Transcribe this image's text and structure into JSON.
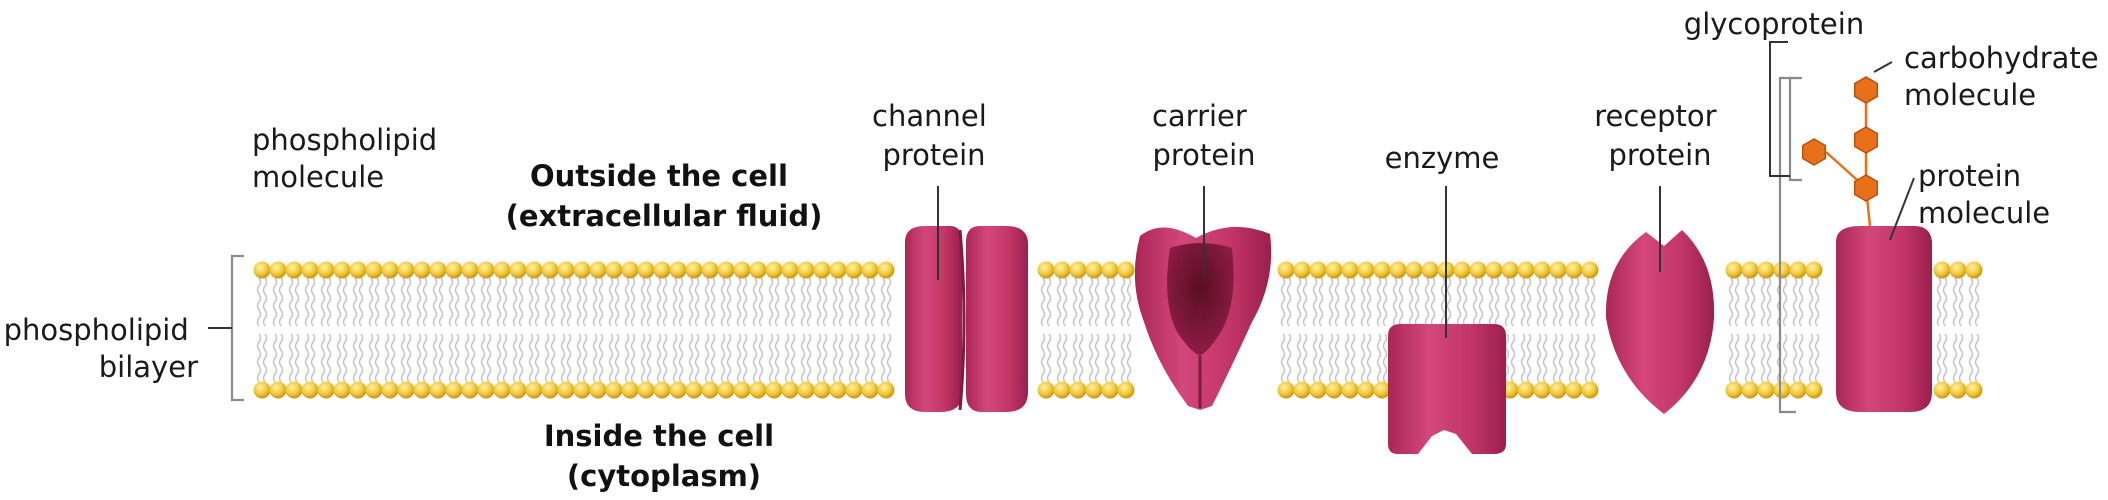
{
  "labels": {
    "phospholipid_molecule": [
      "phospholipid",
      "molecule"
    ],
    "phospholipid_bilayer": [
      "phospholipid",
      "bilayer"
    ],
    "outside": [
      "Outside the cell",
      "(extracellular fluid)"
    ],
    "inside": [
      "Inside the cell",
      "(cytoplasm)"
    ],
    "channel_protein": [
      "channel",
      "protein"
    ],
    "carrier_protein": [
      "carrier",
      "protein"
    ],
    "enzyme": "enzyme",
    "receptor_protein": [
      "receptor",
      "protein"
    ],
    "glycoprotein": "glycoprotein",
    "carbohydrate_molecule": [
      "carbohydrate",
      "molecule"
    ],
    "protein_molecule": [
      "protein",
      "molecule"
    ]
  },
  "colors": {
    "protein": "#c23567",
    "protein_dark": "#8e1e45",
    "lipid_head": "#f2c838",
    "lipid_head_edge": "#d9a81a",
    "lipid_tail": "#c6c6c6",
    "carbohydrate": "#e8701a",
    "bracket": "#8a8a8a"
  }
}
